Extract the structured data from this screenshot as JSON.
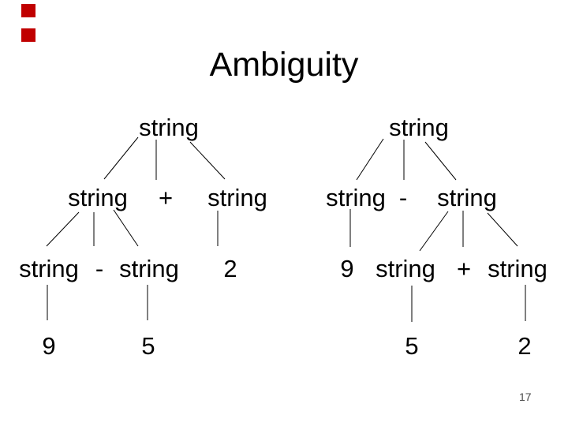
{
  "slide": {
    "title": "Ambiguity",
    "page_number": "17",
    "background_color": "#ffffff",
    "text_color": "#000000",
    "accent_square_color": "#c00000"
  },
  "left_tree": {
    "description": "parse tree for 9 - 5 + 2 grouping (9-5) first",
    "root": "string",
    "l2_left": "string",
    "l2_op": "+",
    "l2_right": "string",
    "l3_left": "string",
    "l3_op": "-",
    "l3_right": "string",
    "l3_leaf": "2",
    "l4_left": "9",
    "l4_right": "5"
  },
  "right_tree": {
    "description": "parse tree for 9 - 5 + 2 grouping (5+2) first",
    "root": "string",
    "l2_left": "string",
    "l2_op": "-",
    "l2_right": "string",
    "l3_leaf": "9",
    "l3_left": "string",
    "l3_op": "+",
    "l3_right": "string",
    "l4_left": "5",
    "l4_right": "2"
  }
}
